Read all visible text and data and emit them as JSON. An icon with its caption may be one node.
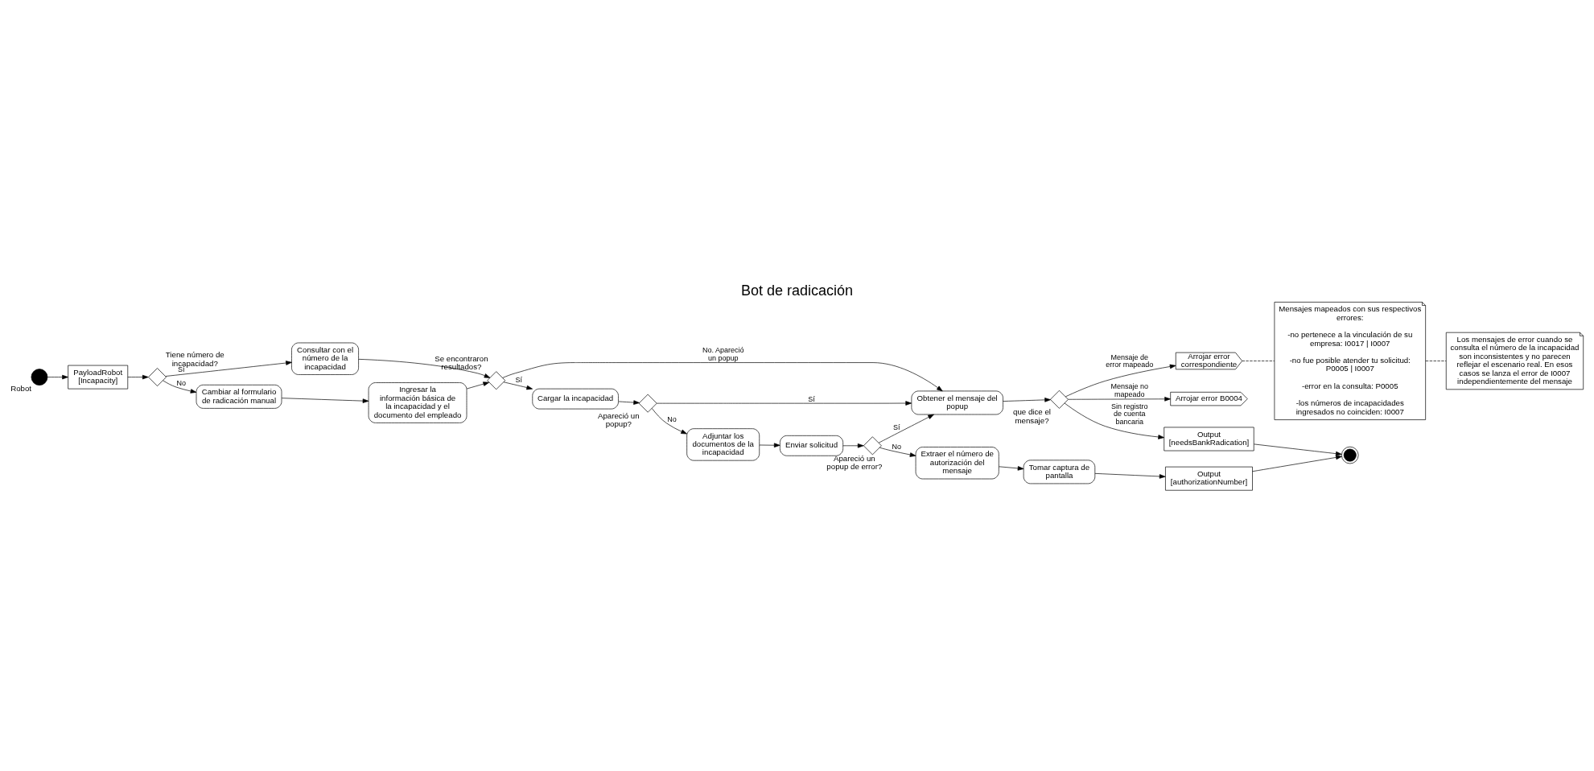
{
  "diagram": {
    "title": "Bot de radicación",
    "nodes": [
      {
        "text": [],
        "shape": "circle",
        "beside": [
          "Robot"
        ]
      },
      {
        "text": [
          "PayloadRobot [Incapacity]"
        ]
      },
      {
        "text": [],
        "shape": "diamond",
        "beside": [
          "Tiene número de incapacidad?"
        ]
      },
      {
        "text": [
          "Cambiar al formulario de radicación manual"
        ]
      },
      {
        "text": [
          "Consultar con el número de la incapacidad"
        ]
      },
      {
        "text": [
          "Ingresar la información básica de la incapacidad y el documento del empleado"
        ]
      },
      {
        "text": [],
        "shape": "diamond",
        "beside": [
          "Se encontraron resultados?"
        ]
      },
      {
        "text": [
          "Cargar la incapacidad"
        ]
      },
      {
        "text": [
          "Obtener el mensaje del popup"
        ]
      },
      {
        "text": [],
        "shape": "diamond",
        "beside": [
          "Apareció un popup?"
        ]
      },
      {
        "text": [
          "Adjuntar los documentos de la incapacidad"
        ]
      },
      {
        "text": [
          "Enviar solicitud"
        ]
      },
      {
        "text": [],
        "shape": "diamond",
        "beside": [
          "Apareció un popup de error?"
        ]
      },
      {
        "text": [
          "Extraer el número de autorización del mensaje"
        ]
      },
      {
        "text": [
          "Tomar captura de pantalla"
        ]
      },
      {
        "text": [
          "Output [authorizationNumber]"
        ]
      },
      {
        "text": [],
        "shape": "circle"
      },
      {
        "text": [],
        "shape": "diamond",
        "beside": [
          "que dice el mensaje?"
        ]
      },
      {
        "text": [
          "Arrojar error B0004"
        ]
      },
      {
        "text": [
          "Arrojar error correspondiente"
        ]
      },
      {
        "text": [
          "Output [needsBankRadication]"
        ]
      },
      {
        "text": [
          "Mensajes mapeados con sus respectivos errores:",
          "-no pertenece a la vinculación de su empresa: I0017 | I0007",
          "-no fue posible atender tu solicitud: P0005 | I0007",
          "-error en la consulta: P0005",
          "-los números de incapacidades ingresados no coinciden: I0007"
        ]
      },
      {
        "text": [
          "Los mensajes de error cuando se consulta el número de la incapacidad son inconsistentes y no parecen reflejar el escenario real. En esos casos se lanza el error de I0007 independientemente del mensaje"
        ]
      }
    ],
    "edges": [
      {
        "from": 0,
        "to": 1,
        "arrow": "to"
      },
      {
        "from": 1,
        "to": 2,
        "arrow": "to"
      },
      {
        "from": 2,
        "to": 3,
        "arrow": "to",
        "label": "No"
      },
      {
        "from": 2,
        "to": 4,
        "arrow": "to",
        "label": "Sí"
      },
      {
        "from": 3,
        "to": 5,
        "arrow": "to"
      },
      {
        "from": 4,
        "to": 6,
        "arrow": "to"
      },
      {
        "from": 5,
        "to": 6,
        "arrow": "to"
      },
      {
        "from": 6,
        "to": 7,
        "arrow": "to",
        "label": "Sí"
      },
      {
        "from": 6,
        "to": 8,
        "arrow": "to",
        "label": "No. Apareció un popup"
      },
      {
        "from": 7,
        "to": 9,
        "arrow": "to"
      },
      {
        "from": 9,
        "to": 8,
        "arrow": "to",
        "label": "Sí"
      },
      {
        "from": 9,
        "to": 10,
        "arrow": "to",
        "label": "No"
      },
      {
        "from": 10,
        "to": 11,
        "arrow": "to"
      },
      {
        "from": 11,
        "to": 12,
        "arrow": "to"
      },
      {
        "from": 12,
        "to": 8,
        "arrow": "to",
        "label": "Sí"
      },
      {
        "from": 12,
        "to": 13,
        "arrow": "to",
        "label": "No"
      },
      {
        "from": 13,
        "to": 14,
        "arrow": "to"
      },
      {
        "from": 14,
        "to": 15,
        "arrow": "to"
      },
      {
        "from": 15,
        "to": 16,
        "arrow": "to"
      },
      {
        "from": 8,
        "to": 17,
        "arrow": "to"
      },
      {
        "from": 17,
        "to": 18,
        "arrow": "to",
        "label": "Mensaje no mapeado"
      },
      {
        "from": 17,
        "to": 19,
        "arrow": "to",
        "label": "Mensaje de error mapeado"
      },
      {
        "from": 17,
        "to": 20,
        "arrow": "to",
        "label": "Sin registro de cuenta bancaria"
      },
      {
        "from": 20,
        "to": 16,
        "arrow": "to"
      },
      {
        "from": 19,
        "to": 21,
        "arrow": "none",
        "style": "dashed"
      },
      {
        "from": 21,
        "to": 22,
        "arrow": "none",
        "style": "dashed"
      }
    ]
  }
}
